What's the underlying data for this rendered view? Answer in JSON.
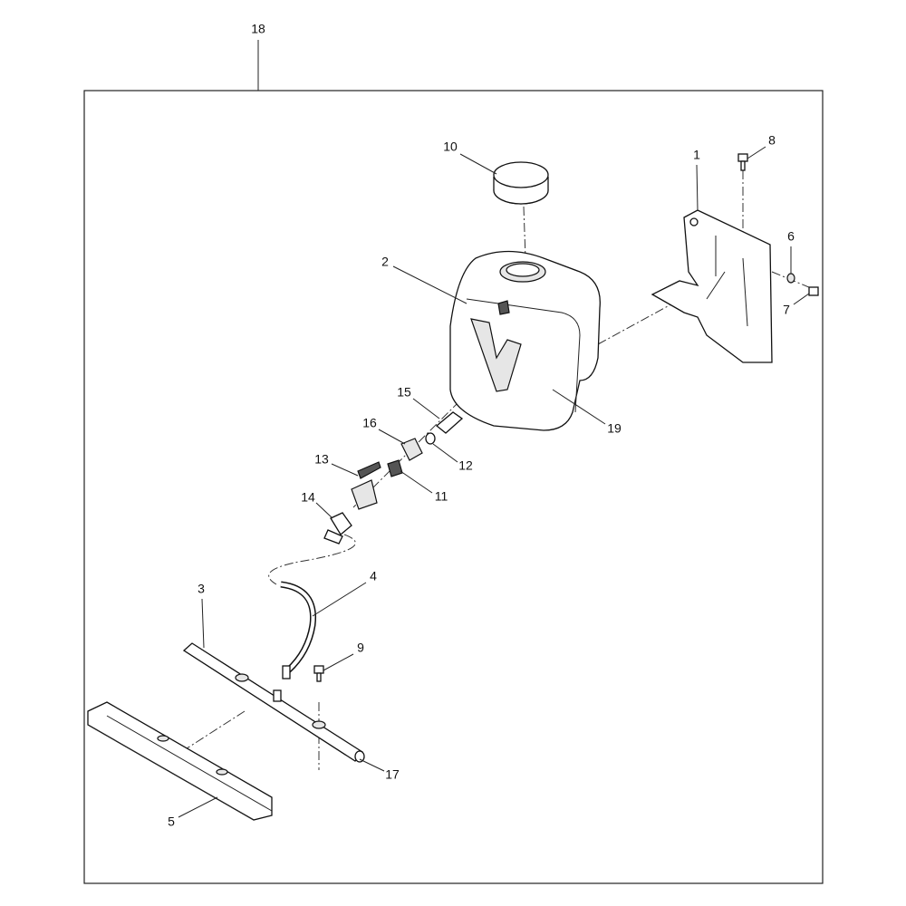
{
  "diagram": {
    "type": "exploded parts diagram",
    "callouts": {
      "c1": "1",
      "c2": "2",
      "c3": "3",
      "c4": "4",
      "c5": "5",
      "c6": "6",
      "c7": "7",
      "c8": "8",
      "c9": "9",
      "c10": "10",
      "c11": "11",
      "c12": "12",
      "c13": "13",
      "c14": "14",
      "c15": "15",
      "c16": "16",
      "c17": "17",
      "c18": "18",
      "c19": "19"
    }
  }
}
